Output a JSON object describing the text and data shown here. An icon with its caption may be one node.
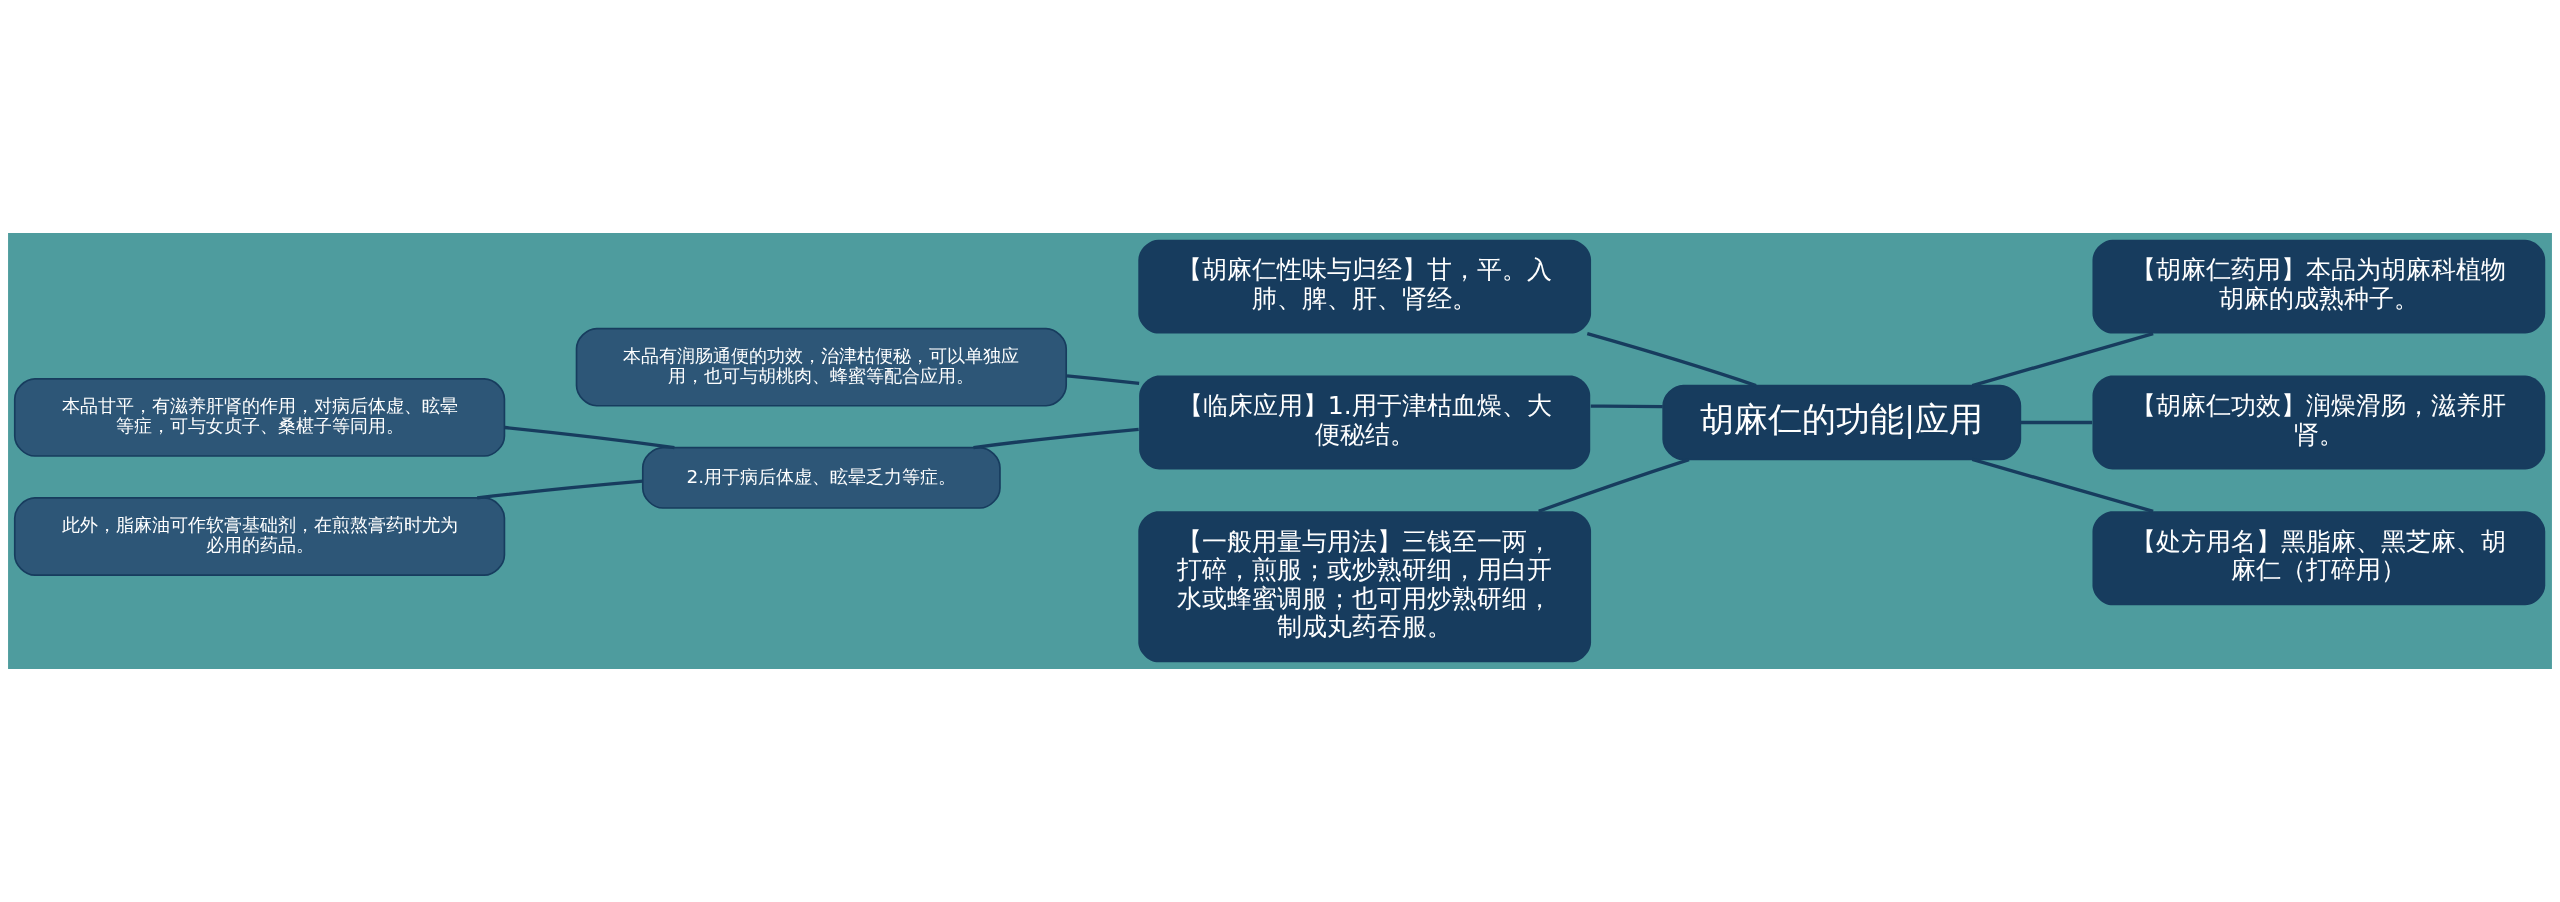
{
  "diagram": {
    "nodes": [
      {
        "text": [
          "胡麻仁的功能|应用"
        ]
      },
      {
        "text": [
          "【胡麻仁性味与归经】甘，平。入肺、脾、肝、肾经。"
        ]
      },
      {
        "text": [
          "【临床应用】1.用于津枯血燥、大便秘结。"
        ]
      },
      {
        "text": [
          "本品有润肠通便的功效，治津枯便秘，可以单独应用，也可与胡桃肉、蜂蜜等配合应用。"
        ]
      },
      {
        "text": [
          "2.用于病后体虚、眩晕乏力等症。"
        ]
      },
      {
        "text": [
          "本品甘平，有滋养肝肾的作用，对病后体虚、眩晕等症，可与女贞子、桑椹子等同用。"
        ]
      },
      {
        "text": [
          "此外，脂麻油可作软膏基础剂，在煎熬膏药时尤为必用的药品。"
        ]
      },
      {
        "text": [
          "【一般用量与用法】三钱至一两，打碎，煎服；或炒熟研细，用白开水或蜂蜜调服；也可用炒熟研细，制成丸药吞服。"
        ]
      },
      {
        "text": [
          "【胡麻仁药用】本品为胡麻科植物胡麻的成熟种子。"
        ]
      },
      {
        "text": [
          "【胡麻仁功效】润燥滑肠，滋养肝肾。"
        ]
      },
      {
        "text": [
          "【处方用名】黑脂麻、黑芝麻、胡麻仁（打碎用）"
        ]
      }
    ],
    "edges": [
      {
        "from": 0,
        "to": 1,
        "arrow": "none"
      },
      {
        "from": 0,
        "to": 2,
        "arrow": "none"
      },
      {
        "from": 2,
        "to": 3,
        "arrow": "none"
      },
      {
        "from": 2,
        "to": 4,
        "arrow": "none"
      },
      {
        "from": 4,
        "to": 5,
        "arrow": "none"
      },
      {
        "from": 4,
        "to": 6,
        "arrow": "none"
      },
      {
        "from": 0,
        "to": 7,
        "arrow": "none"
      },
      {
        "from": 0,
        "to": 8,
        "arrow": "none"
      },
      {
        "from": 0,
        "to": 9,
        "arrow": "none"
      },
      {
        "from": 0,
        "to": 10,
        "arrow": "none"
      }
    ]
  }
}
